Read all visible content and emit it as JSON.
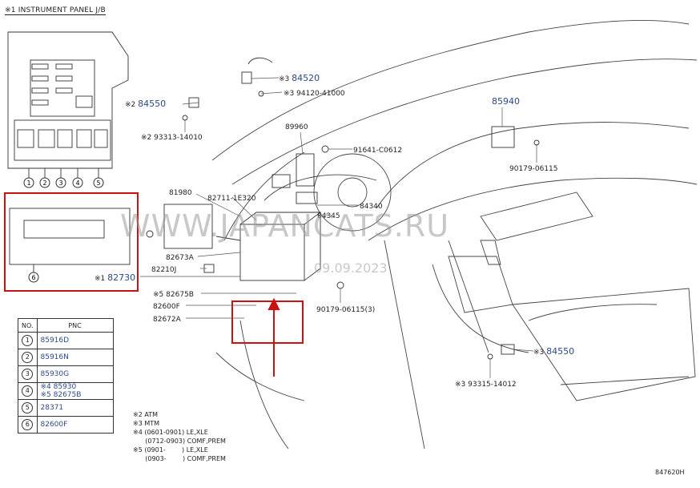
{
  "title": "※1 INSTRUMENT PANEL J/B",
  "diagram_code": "847620H",
  "watermark": {
    "main": "WWW.JAPANCATS.RU",
    "date": "09.09.2023"
  },
  "part_labels": [
    {
      "id": "p84520",
      "prefix": "※3",
      "code": "84520",
      "link": true
    },
    {
      "id": "p94120",
      "prefix": "※3",
      "code": "94120-41000",
      "link": false
    },
    {
      "id": "p84550a",
      "prefix": "※2",
      "code": "84550",
      "link": true
    },
    {
      "id": "p93313",
      "prefix": "※2",
      "code": "93313-14010",
      "link": false
    },
    {
      "id": "p85940",
      "prefix": "",
      "code": "85940",
      "link": true
    },
    {
      "id": "p89960",
      "prefix": "",
      "code": "89960",
      "link": false
    },
    {
      "id": "p91641",
      "prefix": "",
      "code": "91641-C0612",
      "link": false
    },
    {
      "id": "p90179a",
      "prefix": "",
      "code": "90179-06115",
      "link": false
    },
    {
      "id": "p81980",
      "prefix": "",
      "code": "81980",
      "link": false
    },
    {
      "id": "p82711",
      "prefix": "",
      "code": "82711-1E320",
      "link": false
    },
    {
      "id": "p84340",
      "prefix": "",
      "code": "84340",
      "link": false
    },
    {
      "id": "p84345",
      "prefix": "",
      "code": "84345",
      "link": false
    },
    {
      "id": "p82673a",
      "prefix": "",
      "code": "82673A",
      "link": false
    },
    {
      "id": "p82210j",
      "prefix": "",
      "code": "82210J",
      "link": false
    },
    {
      "id": "p82730",
      "prefix": "※1",
      "code": "82730",
      "link": true
    },
    {
      "id": "p82675b",
      "prefix": "※5",
      "code": "82675B",
      "link": false
    },
    {
      "id": "p82600f",
      "prefix": "",
      "code": "82600F",
      "link": false
    },
    {
      "id": "p82672a",
      "prefix": "",
      "code": "82672A",
      "link": false
    },
    {
      "id": "p90179b",
      "prefix": "",
      "code": "90179-06115(3)",
      "link": false
    },
    {
      "id": "p84550b",
      "prefix": "※3",
      "code": "84550",
      "link": true
    },
    {
      "id": "p93315",
      "prefix": "※3",
      "code": "93315-14012",
      "link": false
    }
  ],
  "jb_markers": [
    "1",
    "2",
    "3",
    "4",
    "5"
  ],
  "jb2_marker": "6",
  "pnc_table": {
    "headers": [
      "NO.",
      "PNC"
    ],
    "rows": [
      {
        "no": "1",
        "pnc": [
          "85916D"
        ]
      },
      {
        "no": "2",
        "pnc": [
          "85916N"
        ]
      },
      {
        "no": "3",
        "pnc": [
          "85930G"
        ]
      },
      {
        "no": "4",
        "pnc": [
          "※4 85930",
          "※5 82675B"
        ]
      },
      {
        "no": "5",
        "pnc": [
          "28371"
        ]
      },
      {
        "no": "6",
        "pnc": [
          "82600F"
        ]
      }
    ]
  },
  "notes": [
    "※2 ATM",
    "※3 MTM",
    "※4 (0601-0901) LE,XLE",
    "      (0712-0903) COMF,PREM",
    "※5 (0901-        ) LE,XLE",
    "      (0903-        ) COMF,PREM"
  ],
  "colors": {
    "link": "#2b4a8a",
    "highlight": "#cc1111",
    "line": "#333333",
    "watermark": "#9a9a9a"
  }
}
